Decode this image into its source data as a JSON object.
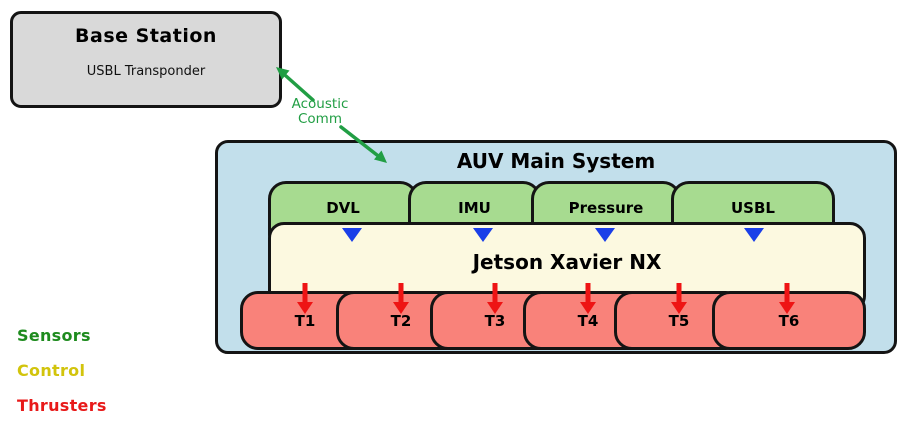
{
  "base_station": {
    "title": "Base Station",
    "subtitle": "USBL Transponder"
  },
  "acoustic_link": {
    "line1": "Acoustic",
    "line2": "Comm"
  },
  "auv_system": {
    "title": "AUV Main System",
    "sensors": [
      {
        "label": "DVL"
      },
      {
        "label": "IMU"
      },
      {
        "label": "Pressure"
      },
      {
        "label": "USBL"
      }
    ],
    "controller": {
      "label": "Jetson Xavier NX"
    },
    "thrusters": [
      {
        "label": "T1"
      },
      {
        "label": "T2"
      },
      {
        "label": "T3"
      },
      {
        "label": "T4"
      },
      {
        "label": "T5"
      },
      {
        "label": "T6"
      }
    ]
  },
  "legend": [
    {
      "label": "Sensors",
      "color": "#1e8b1e"
    },
    {
      "label": "Control",
      "color": "#d2c40c"
    },
    {
      "label": "Thrusters",
      "color": "#e81a1a"
    }
  ],
  "colors": {
    "base_station_fill": "#d9d9d9",
    "auv_fill": "#c2dfeb",
    "sensor_fill": "#a7db90",
    "controller_fill": "#fcf9e0",
    "thruster_fill": "#f9827a",
    "box_border": "#141414",
    "acoustic_green": "#219e44",
    "sensor_data_blue": "#1a3fe8",
    "thruster_command_red": "#ee1414"
  }
}
